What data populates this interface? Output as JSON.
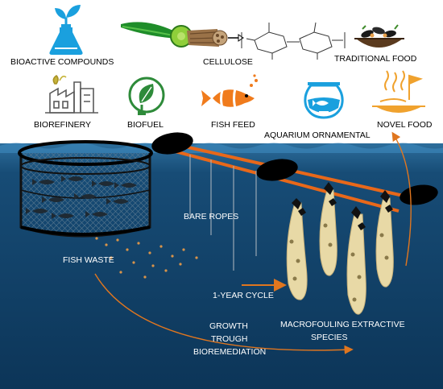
{
  "colors": {
    "sea": "#0f3d63",
    "sea_top": "#2d6e9c",
    "icon_blue": "#1aa0de",
    "icon_green": "#2e8b3a",
    "fish": "#f07b1c",
    "arrow": "#e0761f",
    "rope": "#e8681a",
    "buoy": "#000000",
    "mussel_cluster": "#e8d9a6"
  },
  "products": {
    "bioactive": {
      "label": "BIOACTIVE COMPOUNDS",
      "icon": "flask-sprout-icon"
    },
    "cellulose": {
      "label": "CELLULOSE",
      "icon": "seaweed-fiber-icon"
    },
    "traditional": {
      "label": "TRADITIONAL FOOD",
      "icon": "mussel-bowl-icon"
    },
    "biorefinery": {
      "label": "BIOREFINERY",
      "icon": "factory-icon"
    },
    "biofuel": {
      "label": "BIOFUEL",
      "icon": "leaf-plug-icon"
    },
    "fish_feed": {
      "label": "FISH FEED",
      "icon": "clownfish-icon"
    },
    "aquarium": {
      "label": "AQUARIUM ORNAMENTAL",
      "icon": "fishbowl-icon"
    },
    "novel": {
      "label": "NOVEL FOOD",
      "icon": "food-plate-icon"
    }
  },
  "sea_labels": {
    "bare_ropes": "BARE ROPES",
    "fish_waste": "FISH WASTE",
    "cycle": "1-YEAR CYCLE",
    "growth": [
      "GROWTH",
      "TROUGH",
      "BIOREMEDIATION"
    ],
    "macrofouling": [
      "MACROFOULING EXTRACTIVE",
      "SPECIES"
    ]
  }
}
